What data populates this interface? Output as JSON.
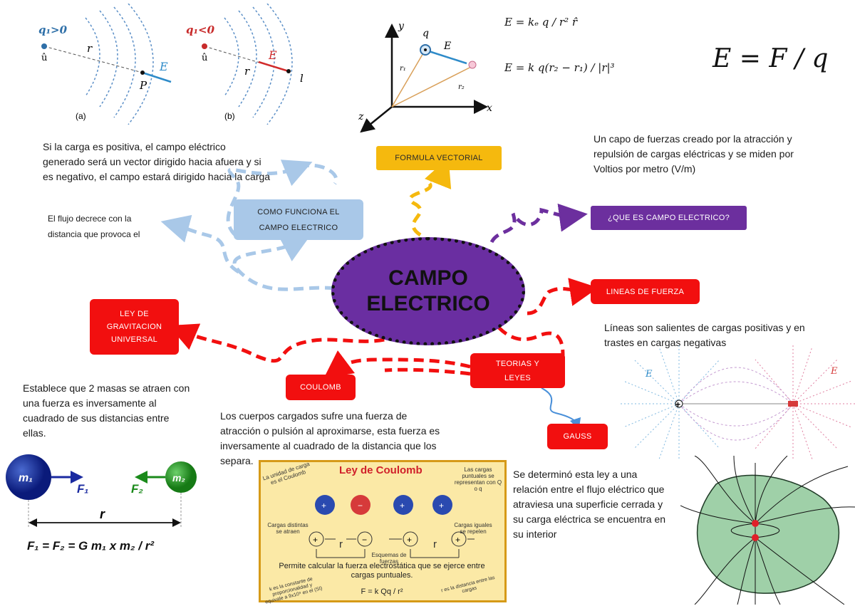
{
  "center": {
    "line1": "CAMPO",
    "line2": "ELECTRICO"
  },
  "nodes": {
    "formula_vectorial": "FORMULA VECTORIAL",
    "que_es": "¿QUE ES CAMPO ELECTRICO?",
    "como_funciona_1": "COMO FUNCIONA EL",
    "como_funciona_2": "CAMPO ELECTRICO",
    "lineas": "LINEAS DE FUERZA",
    "teorias_1": "TEORIAS Y",
    "teorias_2": "LEYES",
    "ley_grav_1": "LEY DE",
    "ley_grav_2": "GRAVITACION",
    "ley_grav_3": "UNIVERSAL",
    "coulomb": "COULOMB",
    "gauss": "GAUSS"
  },
  "texts": {
    "carga_1": "Si la carga es positiva, el campo  eléctrico",
    "carga_2": "generado será un vector dirigido hacia afuera y si",
    "carga_3": "es negativo, el campo estará dirigido hacia la carga",
    "flujo_1": "El flujo decrece con la",
    "flujo_2": "distancia que provoca el",
    "def_1": "Un capo de fuerzas creado por la atracción y",
    "def_2": "repulsión de cargas eléctricas y se miden por",
    "def_3": "Voltios por metro (V/m)",
    "lineas_1": "Líneas son salientes de cargas positivas y en",
    "lineas_2": "trastes en cargas negativas",
    "grav_1": "Establece que 2 masas se atraen con",
    "grav_2": "una fuerza es inversamente al",
    "grav_3": "cuadrado de sus distancias entre",
    "grav_4": "ellas.",
    "coul_1": "Los cuerpos cargados sufre una fuerza de",
    "coul_2": "atracción o pulsión al aproximarse, esta fuerza es",
    "coul_3": "inversamente al cuadrado de la distancia que los",
    "coul_4": "separa.",
    "gauss_1": "Se determinó esta ley a una",
    "gauss_2": "relación entre el flujo eléctrico que",
    "gauss_3": "atraviesa una superficie cerrada y",
    "gauss_4": "su carga eléctrica se encuentra en",
    "gauss_5": "su interior"
  },
  "figure_labels": {
    "q_pos": "q₁>0",
    "q_neg": "q₁<0",
    "r": "r",
    "P": "P",
    "l": "l",
    "a": "(a)",
    "b": "(b)",
    "u": "û",
    "E_vec": "E",
    "axis_x": "x",
    "axis_y": "y",
    "axis_z": "z",
    "q": "q",
    "r1": "r₁",
    "r2": "r₂",
    "formula1": "E = kₑ q / r² r̂",
    "formula2": "E = k q(r₂ − r₁) / |r|³",
    "formula_big": "E = F / q",
    "m1": "m₁",
    "m2": "m₂",
    "F1": "F₁",
    "F2": "F₂",
    "grav_formula": "F₁ = F₂ = G m₁ x m₂ / r²"
  },
  "coulomb_panel": {
    "title": "Ley de Coulomb",
    "unit": "La unidad de carga es el Coulomb",
    "puntuales": "Las cargas puntuales se representan con Q o q",
    "distintas": "Cargas distintas se atraen",
    "iguales": "Cargas iguales se repelen",
    "esquemas": "Esquemas de fuerzas",
    "r": "r",
    "permite_1": "Permite calcular la fuerza electrostática que se ejerce entre",
    "permite_2": "cargas puntuales.",
    "k_note": "k es la constante de proporcionalidad y equivale a 9x10⁹ en el (SI)",
    "r_note": "r es la distancia entre las cargas",
    "formula": "F = k Qq / r²"
  },
  "colors": {
    "red": "#f20f0f",
    "yellow": "#f5b90e",
    "purple": "#6c2f9e",
    "blue": "#a9c8e8",
    "center": "#6a2ea1"
  }
}
